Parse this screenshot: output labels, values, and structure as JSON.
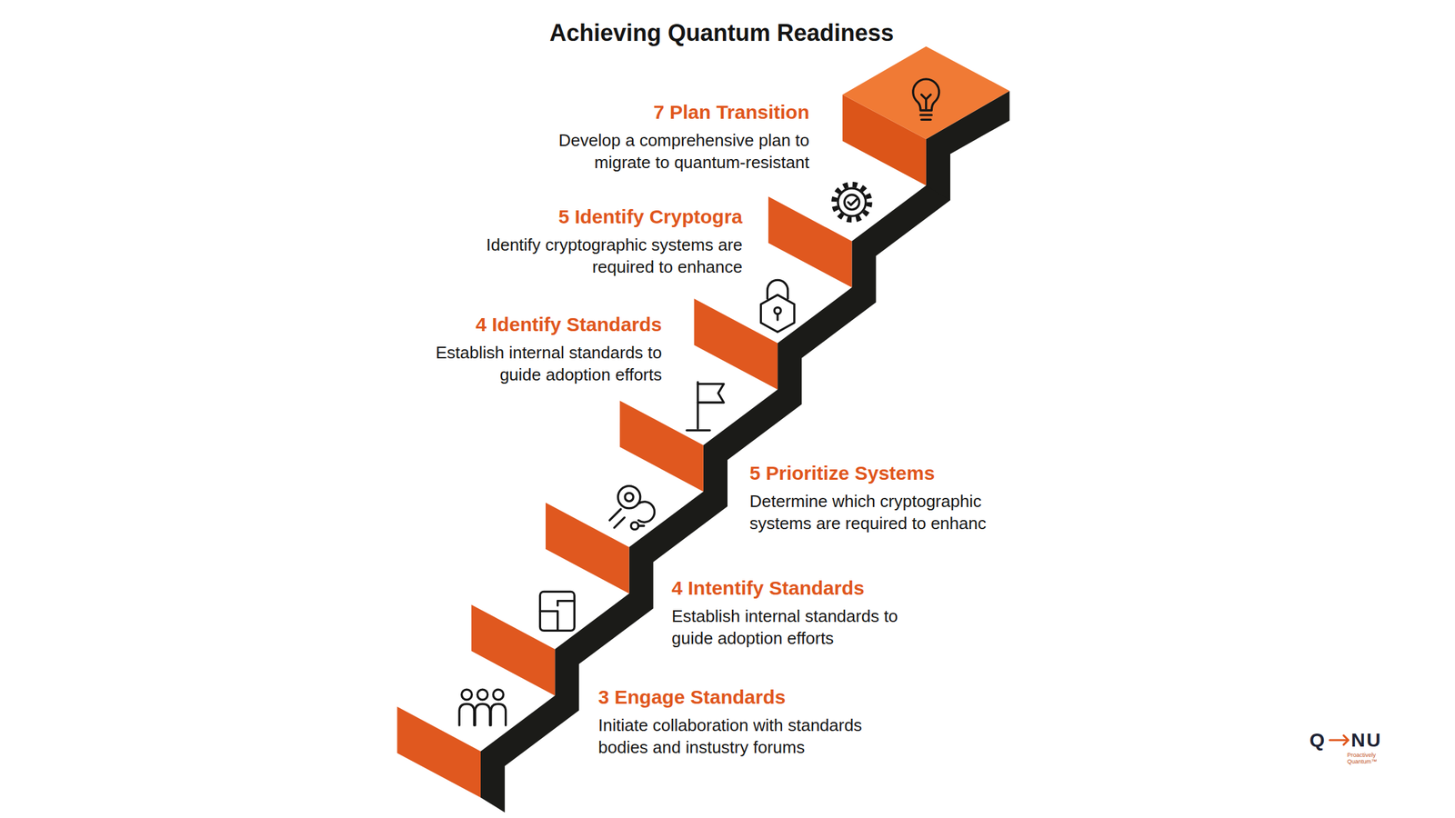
{
  "diagram": {
    "title": "Achieving Quantum Readiness",
    "nodes": [
      {
        "text": [
          "7 Plan Transition",
          "Develop a comprehensive plan to migrate to quantum-resistant"
        ]
      },
      {
        "text": [
          "5 Identify Cryptogra",
          "Identify cryptographic systems are required to enhance"
        ]
      },
      {
        "text": [
          "4 Identify Standards",
          "Establish internal standards to guide adoption efforts"
        ]
      },
      {
        "text": [
          "5 Prioritize Systems",
          "Determine which cryptographic systems are required to enhanc"
        ]
      },
      {
        "text": [
          "4 Intentify Standards",
          "Establish internal standards to guide adoption efforts"
        ]
      },
      {
        "text": [
          "3 Engage Standards",
          "Initiate collaboration with standards bodies and instustry forums"
        ]
      }
    ],
    "labels": [
      "Q",
      "NU",
      "Proactively Quantum™"
    ]
  }
}
